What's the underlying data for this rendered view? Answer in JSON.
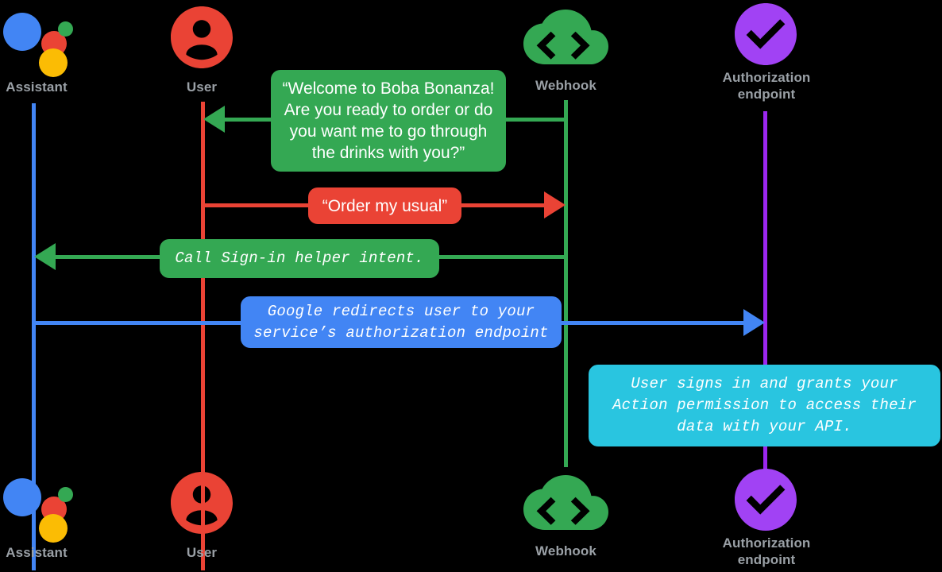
{
  "diagram": {
    "title": "Account linking sign-in sequence diagram",
    "background": "#000000",
    "label_color": "#9aa0a6",
    "actors": [
      {
        "id": "assistant",
        "icon": "google-assistant-icon",
        "label": "Assistant",
        "lifeline_color": "#4285F4",
        "colors": {
          "blue": "#4285F4",
          "red": "#EA4335",
          "yellow": "#FBBC04",
          "green": "#34A853"
        }
      },
      {
        "id": "user",
        "icon": "user-avatar-icon",
        "label": "User",
        "lifeline_color": "#EA4335",
        "colors": {
          "fill": "#EA4335"
        }
      },
      {
        "id": "webhook",
        "icon": "cloud-code-icon",
        "label": "Webhook",
        "lifeline_color": "#34A853",
        "colors": {
          "fill": "#34A853"
        }
      },
      {
        "id": "authorization-endpoint",
        "icon": "purple-check-circle-icon",
        "label": "Authorization\nendpoint",
        "lifeline_color": "#9C27F0",
        "colors": {
          "fill": "#A142F4"
        }
      }
    ],
    "messages": [
      {
        "id": "welcome-prompt",
        "text": "“Welcome to Boba Bonanza! Are you ready to order or do you want me to go through the drinks with you?”",
        "from": "webhook",
        "to": "user",
        "color": "#34A853",
        "style": "prose",
        "direction": "left"
      },
      {
        "id": "order-my-usual",
        "text": "“Order my usual”",
        "from": "user",
        "to": "webhook",
        "color": "#EA4335",
        "style": "prose",
        "direction": "right"
      },
      {
        "id": "call-sign-in-helper-intent",
        "text": "Call Sign-in helper intent.",
        "from": "webhook",
        "to": "assistant",
        "color": "#34A853",
        "style": "mono",
        "direction": "left"
      },
      {
        "id": "google-redirects-user",
        "text": "Google redirects user to your service’s authorization endpoint",
        "from": "assistant",
        "to": "authorization-endpoint",
        "color": "#4285F4",
        "style": "mono",
        "direction": "right"
      },
      {
        "id": "user-signs-in-grants-permission",
        "text": "User signs in and grants your Action permission to access their data with your API.",
        "from": "authorization-endpoint",
        "to": "authorization-endpoint",
        "color": "#29C5E0",
        "style": "mono",
        "direction": "none"
      }
    ]
  }
}
